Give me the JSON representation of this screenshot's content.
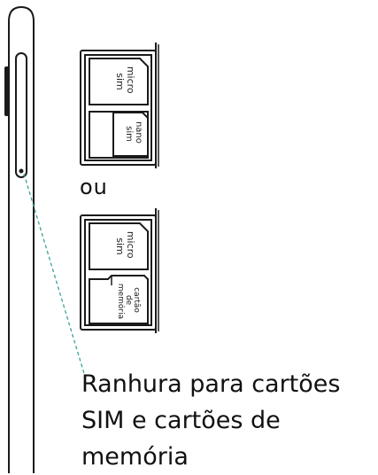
{
  "tray_a": {
    "slot_top": "micro\nsim",
    "slot_bottom": "nano\nsim"
  },
  "separator": "ou",
  "tray_b": {
    "slot_top": "micro\nsim",
    "slot_bottom": "cartão\nde\nmemória"
  },
  "caption_lines": [
    "Ranhura para cartões",
    "SIM e cartões de",
    "memória"
  ],
  "colors": {
    "outline": "#1a1a1a",
    "leader_line": "#3aa39a"
  }
}
